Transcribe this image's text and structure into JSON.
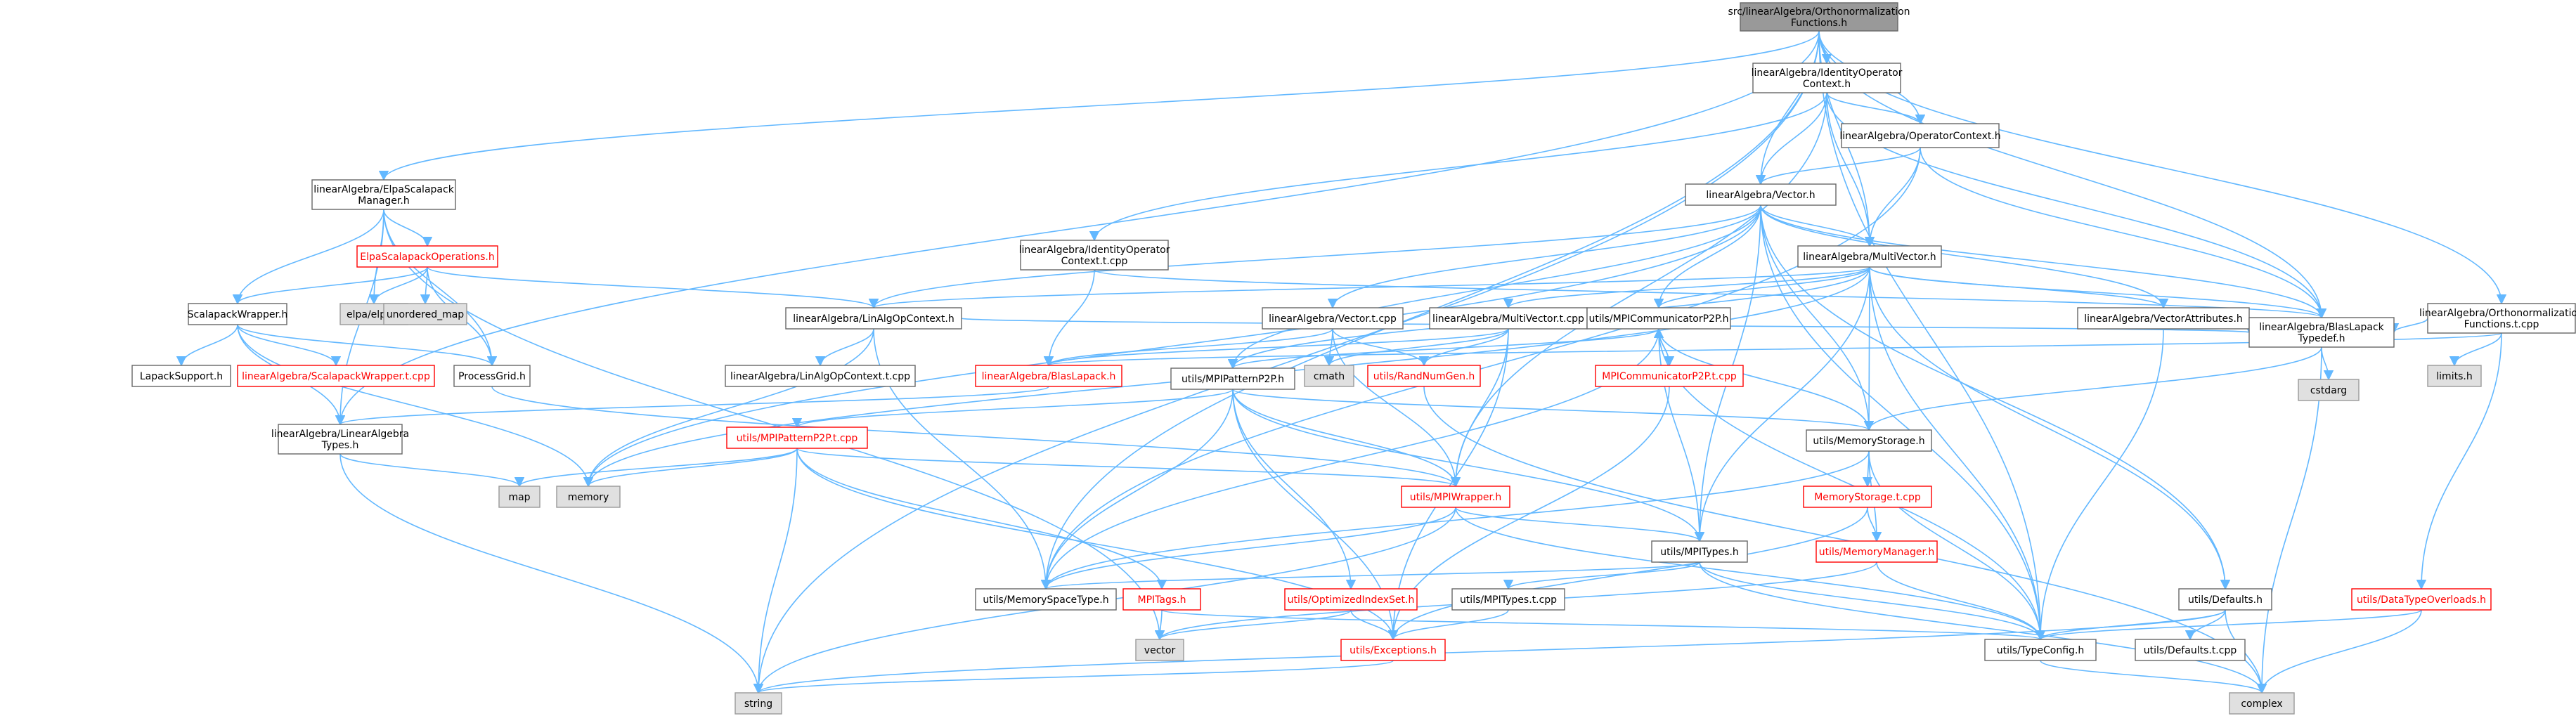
{
  "graph": {
    "style": {
      "edge_color": "#63b8ff",
      "root_fill": "#999999",
      "default_fill": "#ffffff",
      "external_fill": "#e0e0e0",
      "red_text": "#ff0000",
      "black_text": "#000000",
      "border_black": "#666666",
      "border_red": "#ff0000",
      "border_grey": "#999999"
    },
    "nodes": [
      {
        "id": "root",
        "lines": [
          "src/linearAlgebra/Orthonormalization",
          "Functions.h"
        ],
        "kind": "root"
      },
      {
        "id": "idopctx",
        "lines": [
          "linearAlgebra/IdentityOperator",
          "Context.h"
        ],
        "kind": "normal"
      },
      {
        "id": "opctx",
        "lines": [
          "linearAlgebra/OperatorContext.h"
        ],
        "kind": "normal"
      },
      {
        "id": "vector",
        "lines": [
          "linearAlgebra/Vector.h"
        ],
        "kind": "normal"
      },
      {
        "id": "elpa",
        "lines": [
          "linearAlgebra/ElpaScalapack",
          "Manager.h"
        ],
        "kind": "normal"
      },
      {
        "id": "elpaops",
        "lines": [
          "ElpaScalapackOperations.h"
        ],
        "kind": "red"
      },
      {
        "id": "idopctxcpp",
        "lines": [
          "linearAlgebra/IdentityOperator",
          "Context.t.cpp"
        ],
        "kind": "normal"
      },
      {
        "id": "multivec",
        "lines": [
          "linearAlgebra/MultiVector.h"
        ],
        "kind": "normal"
      },
      {
        "id": "orthocpp",
        "lines": [
          "linearAlgebra/Orthonormalization",
          "Functions.t.cpp"
        ],
        "kind": "normal"
      },
      {
        "id": "scalapack",
        "lines": [
          "ScalapackWrapper.h"
        ],
        "kind": "normal"
      },
      {
        "id": "elpah",
        "lines": [
          "elpa/elpa.h"
        ],
        "kind": "ext"
      },
      {
        "id": "umap",
        "lines": [
          "unordered_map"
        ],
        "kind": "ext"
      },
      {
        "id": "linalgctx",
        "lines": [
          "linearAlgebra/LinAlgOpContext.h"
        ],
        "kind": "normal"
      },
      {
        "id": "vectorcpp",
        "lines": [
          "linearAlgebra/Vector.t.cpp"
        ],
        "kind": "normal"
      },
      {
        "id": "multiveccpp",
        "lines": [
          "linearAlgebra/MultiVector.t.cpp"
        ],
        "kind": "normal"
      },
      {
        "id": "mpicommp2p",
        "lines": [
          "utils/MPICommunicatorP2P.h"
        ],
        "kind": "normal"
      },
      {
        "id": "vecattr",
        "lines": [
          "linearAlgebra/VectorAttributes.h"
        ],
        "kind": "normal"
      },
      {
        "id": "blastypedef",
        "lines": [
          "linearAlgebra/BlasLapack",
          "Typedef.h"
        ],
        "kind": "normal"
      },
      {
        "id": "limits",
        "lines": [
          "limits.h"
        ],
        "kind": "ext"
      },
      {
        "id": "lapacksupport",
        "lines": [
          "LapackSupport.h"
        ],
        "kind": "normal"
      },
      {
        "id": "scalapackcpp",
        "lines": [
          "linearAlgebra/ScalapackWrapper.t.cpp"
        ],
        "kind": "red"
      },
      {
        "id": "procgrid",
        "lines": [
          "ProcessGrid.h"
        ],
        "kind": "normal"
      },
      {
        "id": "linalgctxcpp",
        "lines": [
          "linearAlgebra/LinAlgOpContext.t.cpp"
        ],
        "kind": "normal"
      },
      {
        "id": "blaslapack",
        "lines": [
          "linearAlgebra/BlasLapack.h"
        ],
        "kind": "red"
      },
      {
        "id": "cmath",
        "lines": [
          "cmath"
        ],
        "kind": "ext"
      },
      {
        "id": "randnum",
        "lines": [
          "utils/RandNumGen.h"
        ],
        "kind": "red"
      },
      {
        "id": "mpicommp2pcpp",
        "lines": [
          "MPICommunicatorP2P.t.cpp"
        ],
        "kind": "red"
      },
      {
        "id": "cstdarg",
        "lines": [
          "cstdarg"
        ],
        "kind": "ext"
      },
      {
        "id": "mpipatp2p",
        "lines": [
          "utils/MPIPatternP2P.h"
        ],
        "kind": "normal"
      },
      {
        "id": "linalgtypes",
        "lines": [
          "linearAlgebra/LinearAlgebra",
          "Types.h"
        ],
        "kind": "normal"
      },
      {
        "id": "mpipatp2pcpp",
        "lines": [
          "utils/MPIPatternP2P.t.cpp"
        ],
        "kind": "red"
      },
      {
        "id": "memstorage",
        "lines": [
          "utils/MemoryStorage.h"
        ],
        "kind": "normal"
      },
      {
        "id": "map",
        "lines": [
          "map"
        ],
        "kind": "ext"
      },
      {
        "id": "memory",
        "lines": [
          "memory"
        ],
        "kind": "ext"
      },
      {
        "id": "mpiwrapper",
        "lines": [
          "utils/MPIWrapper.h"
        ],
        "kind": "red"
      },
      {
        "id": "memstoragecpp",
        "lines": [
          "MemoryStorage.t.cpp"
        ],
        "kind": "red"
      },
      {
        "id": "mpitypes",
        "lines": [
          "utils/MPITypes.h"
        ],
        "kind": "normal"
      },
      {
        "id": "memmanager",
        "lines": [
          "utils/MemoryManager.h"
        ],
        "kind": "red"
      },
      {
        "id": "memspace",
        "lines": [
          "utils/MemorySpaceType.h"
        ],
        "kind": "normal"
      },
      {
        "id": "mpitags",
        "lines": [
          "MPITags.h"
        ],
        "kind": "red"
      },
      {
        "id": "optidx",
        "lines": [
          "utils/OptimizedIndexSet.h"
        ],
        "kind": "red"
      },
      {
        "id": "mpitypescpp",
        "lines": [
          "utils/MPITypes.t.cpp"
        ],
        "kind": "normal"
      },
      {
        "id": "defaults",
        "lines": [
          "utils/Defaults.h"
        ],
        "kind": "normal"
      },
      {
        "id": "dtoverloads",
        "lines": [
          "utils/DataTypeOverloads.h"
        ],
        "kind": "red"
      },
      {
        "id": "vector_std",
        "lines": [
          "vector"
        ],
        "kind": "ext"
      },
      {
        "id": "exceptions",
        "lines": [
          "utils/Exceptions.h"
        ],
        "kind": "red"
      },
      {
        "id": "typeconfig",
        "lines": [
          "utils/TypeConfig.h"
        ],
        "kind": "normal"
      },
      {
        "id": "defaultscpp",
        "lines": [
          "utils/Defaults.t.cpp"
        ],
        "kind": "normal"
      },
      {
        "id": "string",
        "lines": [
          "string"
        ],
        "kind": "ext"
      },
      {
        "id": "complex",
        "lines": [
          "complex"
        ],
        "kind": "ext"
      }
    ]
  }
}
